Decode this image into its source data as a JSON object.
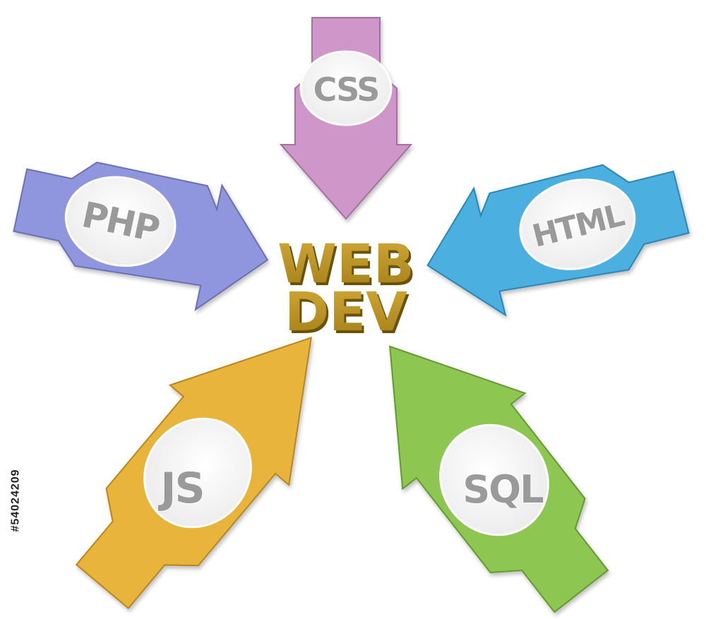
{
  "center": {
    "line1": "WEB",
    "line2": "DEV",
    "color": "#b8901f",
    "shadow": "#6b5208"
  },
  "arrows": [
    {
      "key": "css",
      "label": "CSS",
      "color": "#cf97c9",
      "dark": "#a56fa0"
    },
    {
      "key": "php",
      "label": "PHP",
      "color": "#8f96dd",
      "dark": "#6a70b5"
    },
    {
      "key": "html",
      "label": "HTML",
      "color": "#4bb0e0",
      "dark": "#2a86b4"
    },
    {
      "key": "js",
      "label": "JS",
      "color": "#e8b43a",
      "dark": "#b8861c"
    },
    {
      "key": "sql",
      "label": "SQL",
      "color": "#8dc751",
      "dark": "#649a2f"
    }
  ],
  "ring_text_color": "#9a9a9a",
  "stock_id": "#54024209"
}
